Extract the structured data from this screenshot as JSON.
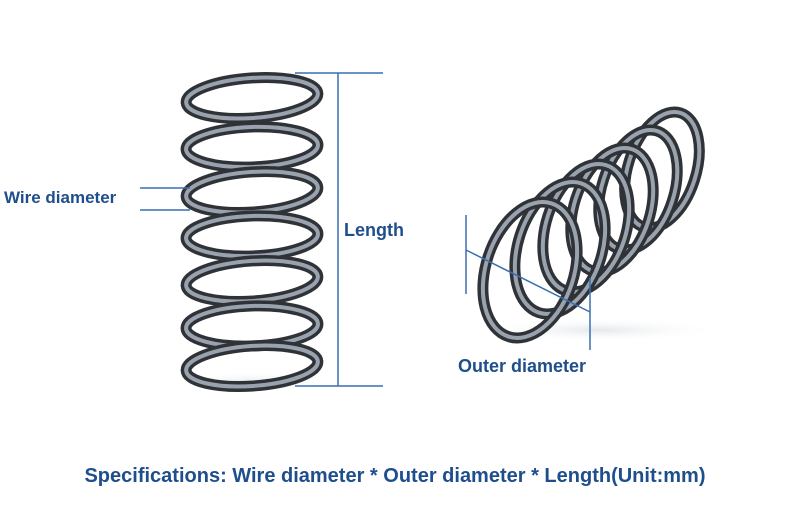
{
  "labels": {
    "wire_diameter": "Wire diameter",
    "length": "Length",
    "outer_diameter": "Outer diameter"
  },
  "caption": "Specifications: Wire diameter * Outer diameter * Length(Unit:mm)",
  "colors": {
    "accent": "#1f4e8c",
    "dimension_line": "#3a6fb0",
    "spring_dark": "#2f3338",
    "spring_light": "#9aa3ad",
    "background": "#ffffff"
  },
  "images": {
    "left": "compression-spring-vertical",
    "right": "compression-spring-angled"
  }
}
